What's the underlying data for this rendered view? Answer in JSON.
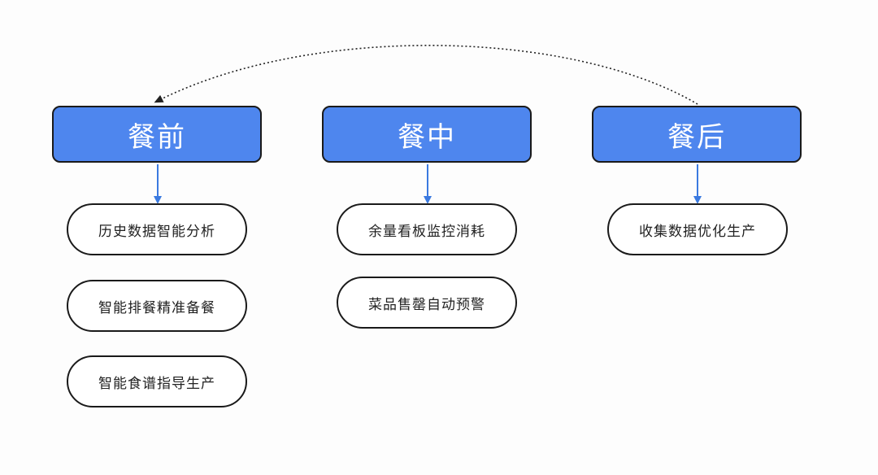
{
  "colors": {
    "stage_fill": "#4e86ee",
    "stage_text": "#ffffff",
    "border": "#1a1a1a",
    "arrow": "#3b7ae0",
    "loop_arrow": "#222222"
  },
  "stages": [
    {
      "label": "餐前",
      "steps": [
        "历史数据智能分析",
        "智能排餐精准备餐",
        "智能食谱指导生产"
      ]
    },
    {
      "label": "餐中",
      "steps": [
        "余量看板监控消耗",
        "菜品售罄自动预警"
      ]
    },
    {
      "label": "餐后",
      "steps": [
        "收集数据优化生产"
      ]
    }
  ]
}
